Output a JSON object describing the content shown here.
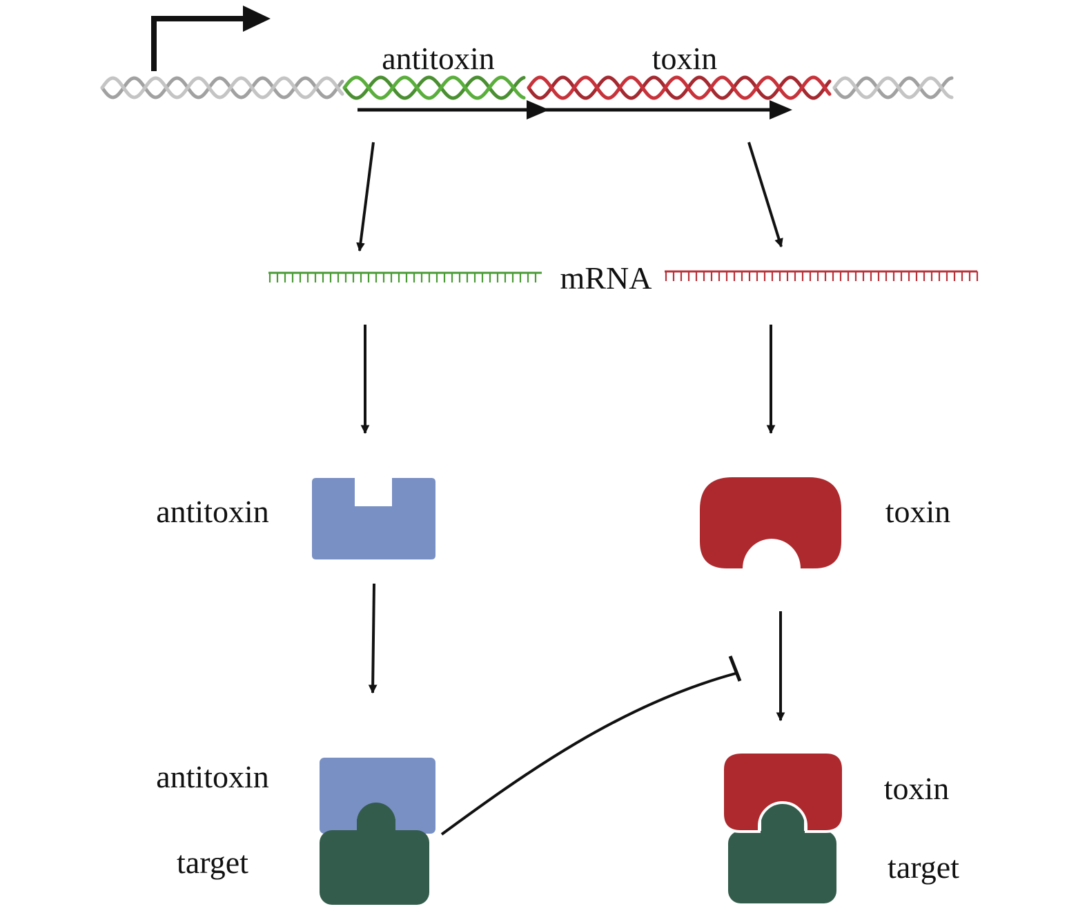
{
  "labels": {
    "gene_antitoxin": "antitoxin",
    "gene_toxin": "toxin",
    "mrna": "mRNA",
    "protein_antitoxin": "antitoxin",
    "protein_toxin": "toxin",
    "complex_antitoxin": "antitoxin",
    "complex_toxin": "toxin",
    "target_left": "target",
    "target_right": "target"
  },
  "colors": {
    "dna_flank": "#c4c4c4",
    "antitoxin_gene": "#5aae3c",
    "toxin_gene": "#c8323a",
    "antitoxin_mrna": "#4a9a35",
    "toxin_mrna": "#b8323a",
    "antitoxin_protein": "#7990c4",
    "toxin_protein": "#ad292d",
    "target_protein": "#335c4c",
    "arrow": "#111111"
  },
  "icons": {
    "promoter": "promoter-arrow-icon",
    "inhibition": "inhibition-tbar-icon"
  }
}
